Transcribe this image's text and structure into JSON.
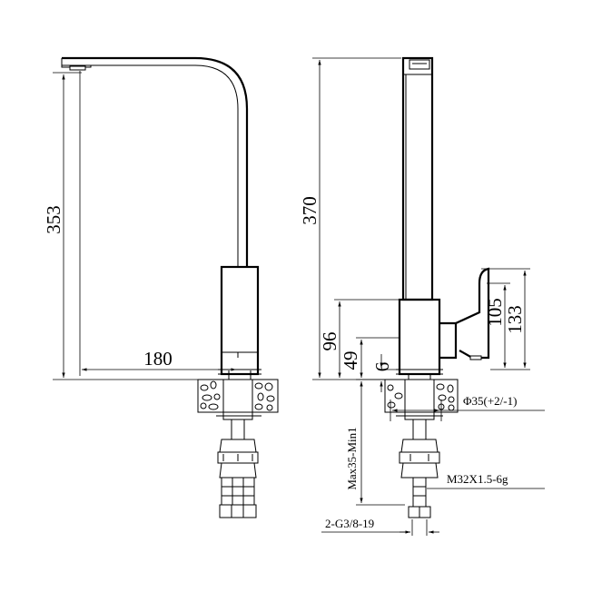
{
  "dimensions": {
    "front_height": "353",
    "front_reach": "180",
    "side_height": "370",
    "side_96": "96",
    "side_49": "49",
    "side_6": "6",
    "side_105": "105",
    "side_133": "133",
    "hole_diameter": "Φ35(+2/-1)",
    "deck_thickness": "Max35-Min1",
    "thread": "M32X1.5-6g",
    "hoses": "2-G3/8-19"
  }
}
